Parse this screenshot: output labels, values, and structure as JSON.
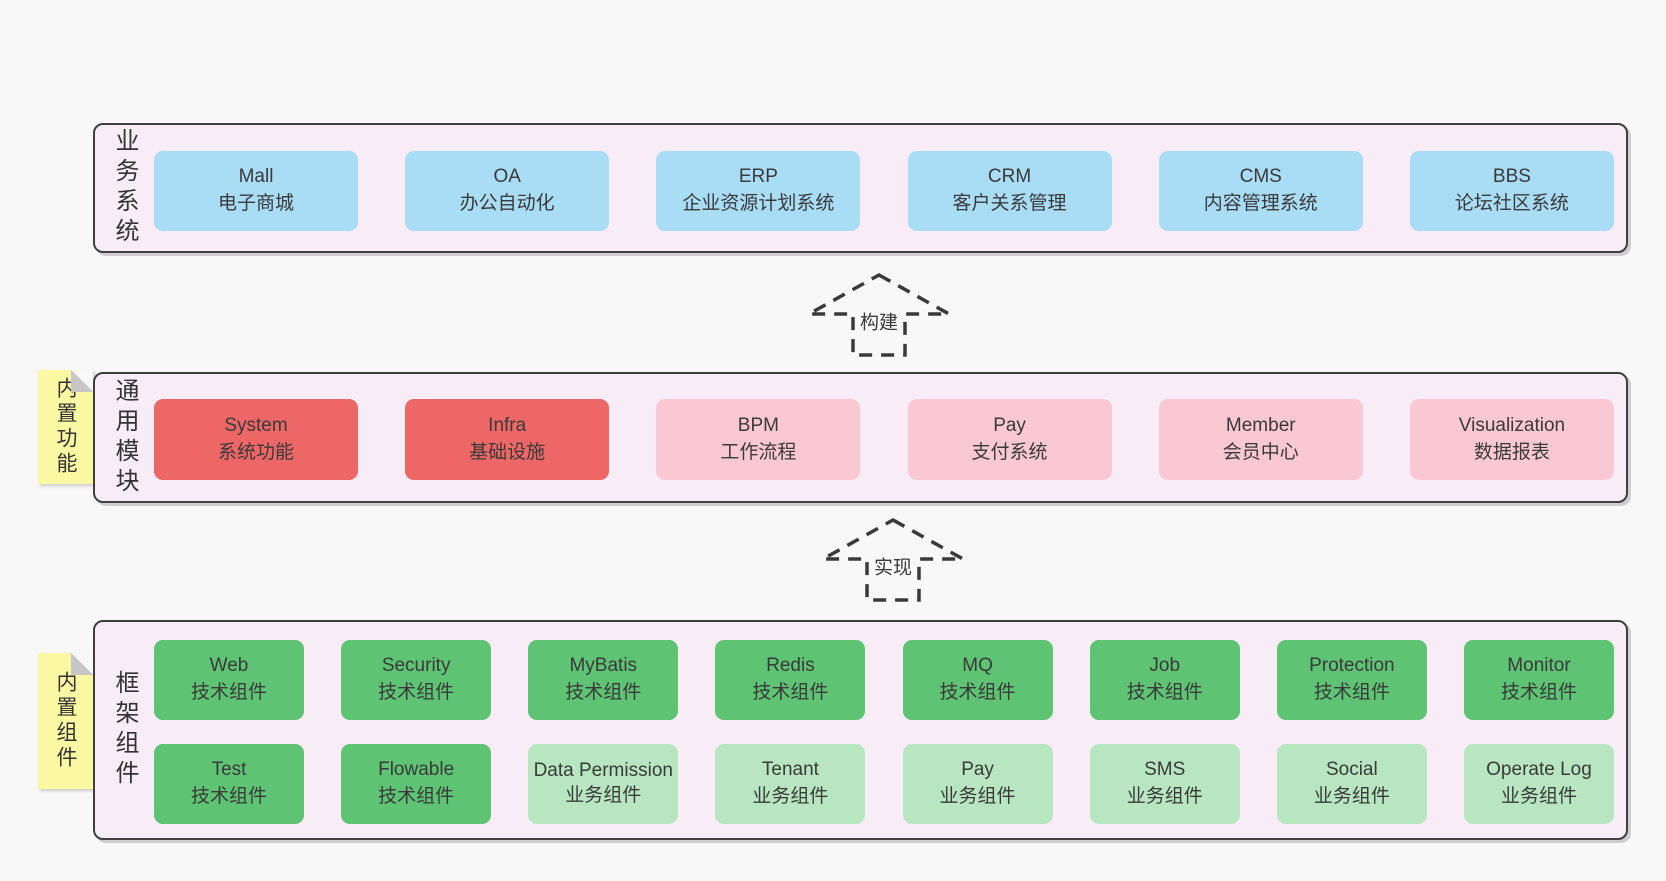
{
  "colors": {
    "page_bg": "#f8f8f8",
    "panel_bg": "#f8edf6",
    "panel_border": "#3f3f3f",
    "blue": "#a9dcf5",
    "red": "#ee6767",
    "pink": "#f9c8d3",
    "green": "#5ec474",
    "green_light": "#b7e6c1",
    "yellow": "#fbf8a3",
    "fold_gray": "#c6c6c6",
    "text": "#3a3a3a",
    "arrow": "#3a3a3a"
  },
  "arrows": [
    {
      "label": "构建"
    },
    {
      "label": "实现"
    }
  ],
  "sections": [
    {
      "label": "业务系统",
      "boxes": [
        {
          "title": "Mall",
          "subtitle": "电子商城"
        },
        {
          "title": "OA",
          "subtitle": "办公自动化"
        },
        {
          "title": "ERP",
          "subtitle": "企业资源计划系统"
        },
        {
          "title": "CRM",
          "subtitle": "客户关系管理"
        },
        {
          "title": "CMS",
          "subtitle": "内容管理系统"
        },
        {
          "title": "BBS",
          "subtitle": "论坛社区系统"
        }
      ]
    },
    {
      "label": "通用模块",
      "tag": "内置功能",
      "boxes": [
        {
          "title": "System",
          "subtitle": "系统功能"
        },
        {
          "title": "Infra",
          "subtitle": "基础设施"
        },
        {
          "title": "BPM",
          "subtitle": "工作流程"
        },
        {
          "title": "Pay",
          "subtitle": "支付系统"
        },
        {
          "title": "Member",
          "subtitle": "会员中心"
        },
        {
          "title": "Visualization",
          "subtitle": "数据报表"
        }
      ]
    },
    {
      "label": "框架组件",
      "tag": "内置组件",
      "rows": [
        [
          {
            "title": "Web",
            "subtitle": "技术组件"
          },
          {
            "title": "Security",
            "subtitle": "技术组件"
          },
          {
            "title": "MyBatis",
            "subtitle": "技术组件"
          },
          {
            "title": "Redis",
            "subtitle": "技术组件"
          },
          {
            "title": "MQ",
            "subtitle": "技术组件"
          },
          {
            "title": "Job",
            "subtitle": "技术组件"
          },
          {
            "title": "Protection",
            "subtitle": "技术组件"
          },
          {
            "title": "Monitor",
            "subtitle": "技术组件"
          }
        ],
        [
          {
            "title": "Test",
            "subtitle": "技术组件"
          },
          {
            "title": "Flowable",
            "subtitle": "技术组件"
          },
          {
            "title": "Data Permission",
            "subtitle": "业务组件"
          },
          {
            "title": "Tenant",
            "subtitle": "业务组件"
          },
          {
            "title": "Pay",
            "subtitle": "业务组件"
          },
          {
            "title": "SMS",
            "subtitle": "业务组件"
          },
          {
            "title": "Social",
            "subtitle": "业务组件"
          },
          {
            "title": "Operate Log",
            "subtitle": "业务组件"
          }
        ]
      ]
    }
  ]
}
